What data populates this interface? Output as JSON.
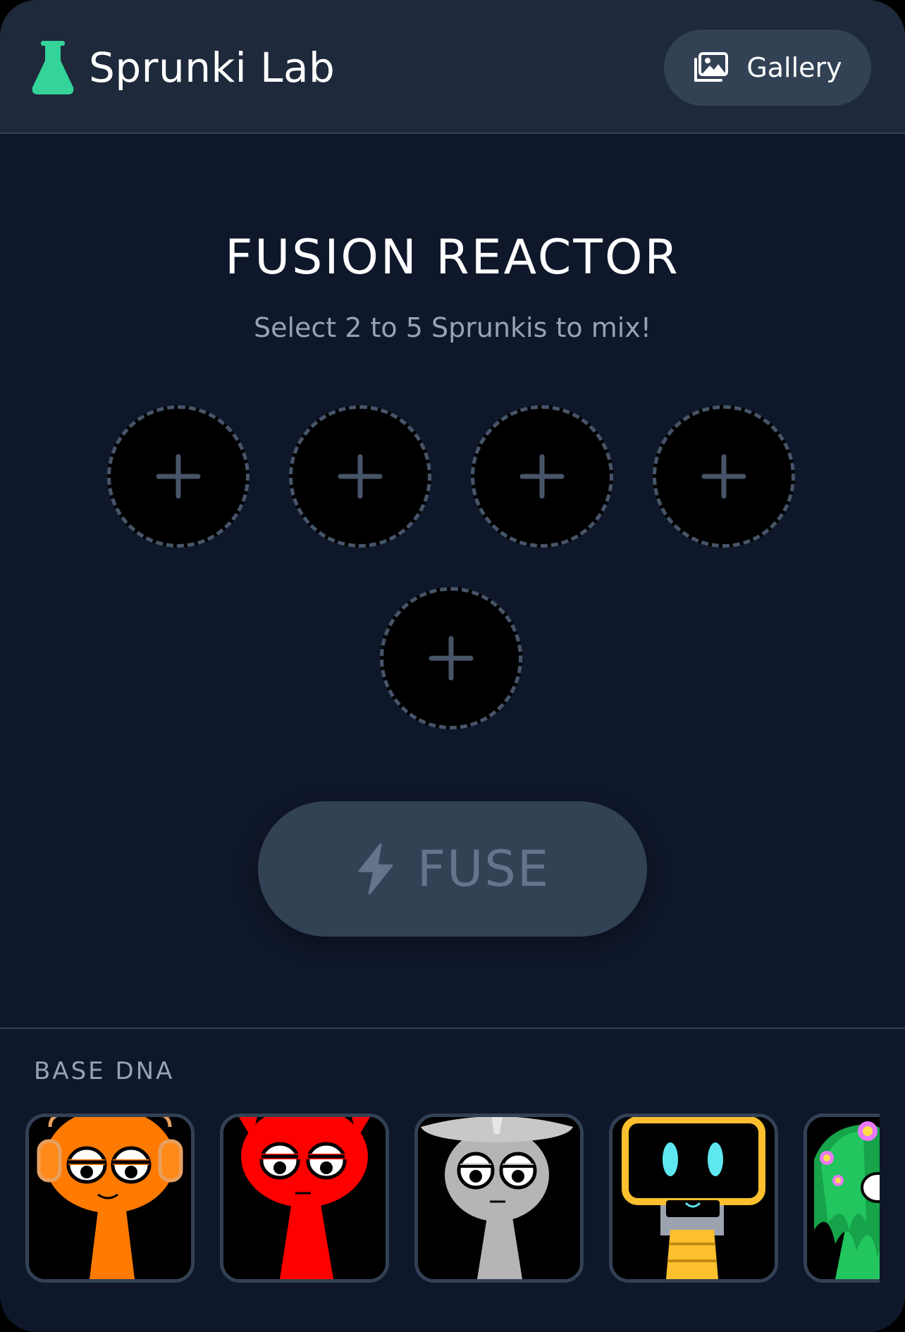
{
  "header": {
    "title": "Sprunki Lab",
    "brand_icon": "flask-icon",
    "gallery_label": "Gallery",
    "gallery_icon": "images-icon"
  },
  "reactor": {
    "title": "FUSION REACTOR",
    "subtitle": "Select 2 to 5 Sprunkis to mix!",
    "slots": [
      {
        "icon": "plus-icon"
      },
      {
        "icon": "plus-icon"
      },
      {
        "icon": "plus-icon"
      },
      {
        "icon": "plus-icon"
      },
      {
        "icon": "plus-icon"
      }
    ],
    "fuse_label": "FUSE",
    "fuse_icon": "lightning-bolt-icon"
  },
  "base_dna": {
    "label": "BASE DNA",
    "characters": [
      {
        "name": "orange-headphones-sprunki",
        "color": "#ff7a00"
      },
      {
        "name": "red-horned-sprunki",
        "color": "#ff0000"
      },
      {
        "name": "gray-hat-sprunki",
        "color": "#b5b5b5"
      },
      {
        "name": "robot-tv-sprunki",
        "color": "#fcc02e"
      },
      {
        "name": "green-flower-sprunki",
        "color": "#22c55e"
      }
    ]
  },
  "colors": {
    "accent": "#34d399",
    "background": "#0f172a",
    "panel": "#1e293b",
    "button": "#334155",
    "muted_text": "#94a3b8"
  }
}
